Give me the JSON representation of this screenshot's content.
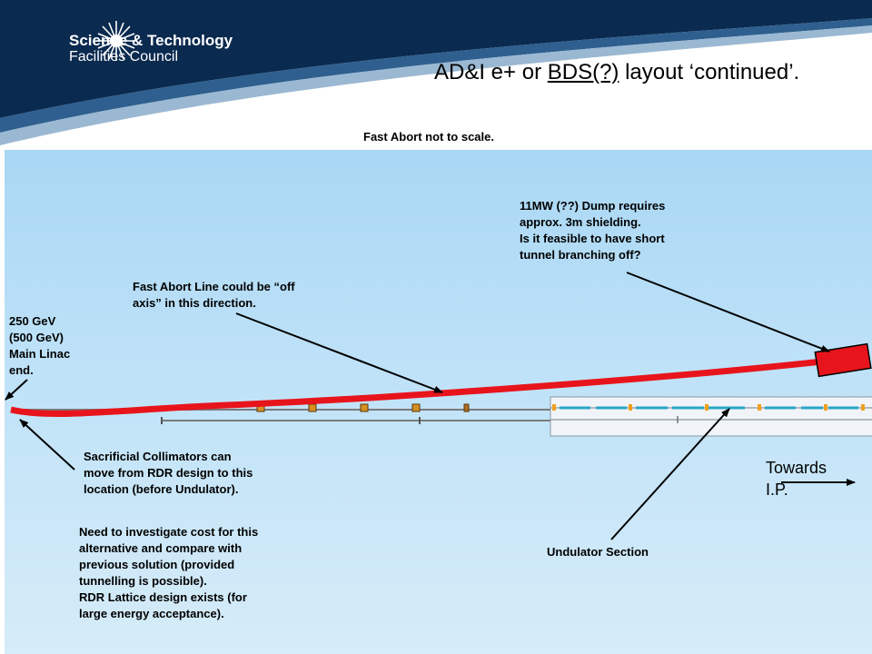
{
  "branding": {
    "logo_line1": "Science & Technology",
    "logo_line2": "Facilities Council",
    "header_color": "#0b2a4f"
  },
  "title": {
    "prefix": "AD&I e+ or ",
    "underlined": "BDS(?)",
    "suffix": " layout ‘continued’."
  },
  "subtitle": "Fast Abort not to scale.",
  "annotations": {
    "main_linac": [
      "250 GeV",
      "(500 GeV)",
      "Main Linac",
      "end."
    ],
    "fast_abort_line": [
      "Fast Abort Line could be “off",
      "axis” in this direction."
    ],
    "dump": [
      "11MW (??) Dump requires",
      "approx. 3m shielding.",
      "Is it feasible to have short",
      "tunnel branching off?"
    ],
    "collimators": [
      "Sacrificial Collimators can",
      "move from RDR design to this",
      "location (before Undulator)."
    ],
    "cost": [
      "Need to investigate cost for this",
      "alternative and compare with",
      "previous solution (provided",
      "tunnelling is possible).",
      "RDR Lattice design exists (for",
      "large energy acceptance)."
    ],
    "undulator": "Undulator Section",
    "towards": [
      "Towards",
      "I.P."
    ]
  },
  "colors": {
    "beamline": "#e8141c",
    "dump": "#e8141c",
    "panel": "#b8def6"
  }
}
